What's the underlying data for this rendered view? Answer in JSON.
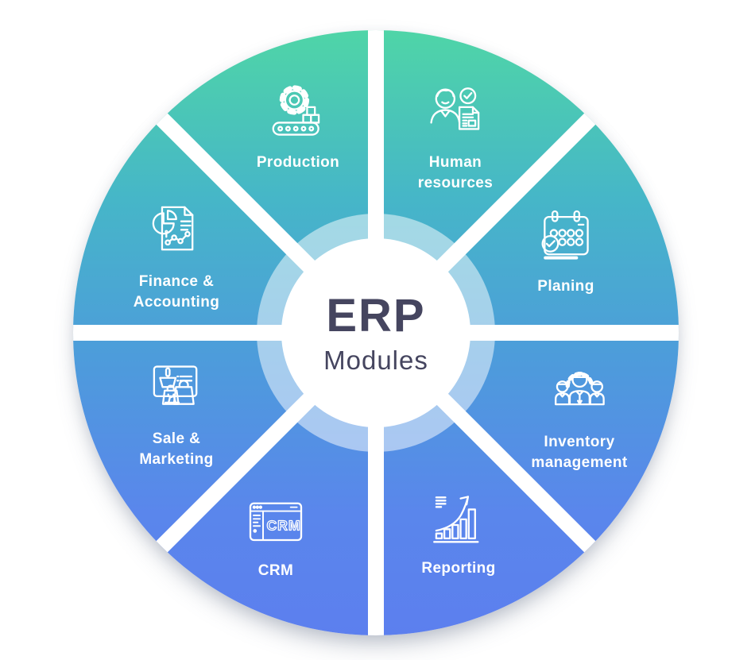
{
  "center": {
    "title": "ERP",
    "subtitle": "Modules"
  },
  "modules": [
    {
      "id": "production",
      "label": "Production",
      "icon": "production-icon"
    },
    {
      "id": "human-resources",
      "label": "Human\nresources",
      "icon": "human-resources-icon"
    },
    {
      "id": "planing",
      "label": "Planing",
      "icon": "calendar-icon"
    },
    {
      "id": "inventory-management",
      "label": "Inventory\nmanagement",
      "icon": "inventory-team-icon"
    },
    {
      "id": "reporting",
      "label": "Reporting",
      "icon": "report-chart-icon"
    },
    {
      "id": "crm",
      "label": "CRM",
      "icon": "crm-browser-icon",
      "icon_text": "CRM"
    },
    {
      "id": "sale-marketing",
      "label": "Sale &\nMarketing",
      "icon": "sale-marketing-icon"
    },
    {
      "id": "finance-accounting",
      "label": "Finance &\nAccounting",
      "icon": "finance-accounting-icon"
    }
  ],
  "colors": {
    "gradient_top": "#4fd5a7",
    "gradient_upper_mid": "#46b6c8",
    "gradient_mid": "#4d9cdb",
    "gradient_lower_mid": "#5a86ec",
    "gradient_bottom": "#5c7fee",
    "divider": "#ffffff",
    "halo_ring": "rgba(255,255,255,0.5)",
    "hub_background": "#ffffff",
    "center_text": "#45455f",
    "label_text": "#ffffff",
    "icon_stroke": "#ffffff"
  }
}
